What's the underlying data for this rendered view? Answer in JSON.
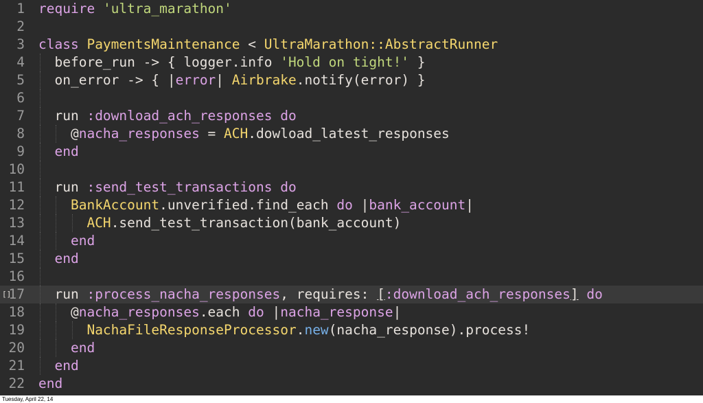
{
  "editor": {
    "lines": [
      {
        "n": "1",
        "tokens": [
          [
            "kw",
            "require"
          ],
          [
            "id",
            " "
          ],
          [
            "str",
            "'ultra_marathon'"
          ]
        ]
      },
      {
        "n": "2",
        "tokens": []
      },
      {
        "n": "3",
        "tokens": [
          [
            "kw",
            "class"
          ],
          [
            "id",
            " "
          ],
          [
            "cls",
            "PaymentsMaintenance"
          ],
          [
            "id",
            " < "
          ],
          [
            "cls",
            "UltraMarathon::AbstractRunner"
          ]
        ]
      },
      {
        "n": "4",
        "tokens": [
          [
            "id",
            "  before_run -> { logger.info "
          ],
          [
            "str",
            "'Hold on tight!'"
          ],
          [
            "id",
            " }"
          ]
        ]
      },
      {
        "n": "5",
        "tokens": [
          [
            "id",
            "  on_error -> { |"
          ],
          [
            "var",
            "error"
          ],
          [
            "id",
            "| "
          ],
          [
            "cls",
            "Airbrake"
          ],
          [
            "id",
            ".notify(error) }"
          ]
        ]
      },
      {
        "n": "6",
        "tokens": []
      },
      {
        "n": "7",
        "tokens": [
          [
            "id",
            "  run "
          ],
          [
            "sym",
            ":download_ach_responses"
          ],
          [
            "id",
            " "
          ],
          [
            "kw",
            "do"
          ]
        ]
      },
      {
        "n": "8",
        "tokens": [
          [
            "id",
            "    @"
          ],
          [
            "ivar",
            "nacha_responses"
          ],
          [
            "id",
            " = "
          ],
          [
            "cls",
            "ACH"
          ],
          [
            "id",
            ".dowload_latest_responses"
          ]
        ]
      },
      {
        "n": "9",
        "tokens": [
          [
            "kw",
            "  end"
          ]
        ]
      },
      {
        "n": "10",
        "tokens": []
      },
      {
        "n": "11",
        "tokens": [
          [
            "id",
            "  run "
          ],
          [
            "sym",
            ":send_test_transactions"
          ],
          [
            "id",
            " "
          ],
          [
            "kw",
            "do"
          ]
        ]
      },
      {
        "n": "12",
        "tokens": [
          [
            "id",
            "    "
          ],
          [
            "cls",
            "BankAccount"
          ],
          [
            "id",
            ".unverified.find_each "
          ],
          [
            "kw",
            "do"
          ],
          [
            "id",
            " |"
          ],
          [
            "var",
            "bank_account"
          ],
          [
            "id",
            "|"
          ]
        ]
      },
      {
        "n": "13",
        "tokens": [
          [
            "id",
            "      "
          ],
          [
            "cls",
            "ACH"
          ],
          [
            "id",
            ".send_test_transaction(bank_account)"
          ]
        ]
      },
      {
        "n": "14",
        "tokens": [
          [
            "kw",
            "    end"
          ]
        ]
      },
      {
        "n": "15",
        "tokens": [
          [
            "kw",
            "  end"
          ]
        ]
      },
      {
        "n": "16",
        "tokens": []
      },
      {
        "n": "17",
        "fold": "[]",
        "tokens": [
          [
            "id",
            "  run "
          ],
          [
            "sym",
            ":process_nacha_responses"
          ],
          [
            "id",
            ", requires: "
          ],
          [
            "pipeu",
            "["
          ],
          [
            "sym",
            ":download_ach_responses"
          ],
          [
            "pipeu",
            "]"
          ],
          [
            "id",
            " "
          ],
          [
            "kw",
            "do"
          ]
        ]
      },
      {
        "n": "18",
        "tokens": [
          [
            "id",
            "    @"
          ],
          [
            "ivar",
            "nacha_responses"
          ],
          [
            "id",
            ".each "
          ],
          [
            "kw",
            "do"
          ],
          [
            "id",
            " |"
          ],
          [
            "var",
            "nacha_response"
          ],
          [
            "id",
            "|"
          ]
        ]
      },
      {
        "n": "19",
        "tokens": [
          [
            "id",
            "      "
          ],
          [
            "cls",
            "NachaFileResponseProcessor"
          ],
          [
            "id",
            "."
          ],
          [
            "new",
            "new"
          ],
          [
            "id",
            "(nacha_response).process!"
          ]
        ]
      },
      {
        "n": "20",
        "tokens": [
          [
            "kw",
            "    end"
          ]
        ]
      },
      {
        "n": "21",
        "tokens": [
          [
            "kw",
            "  end"
          ]
        ]
      },
      {
        "n": "22",
        "tokens": [
          [
            "kw",
            "end"
          ]
        ]
      }
    ]
  },
  "footer": {
    "date": "Tuesday, April 22, 14"
  },
  "colors": {
    "background": "#2b2b2b",
    "keyword": "#dca3e6",
    "class": "#f5d76e",
    "string": "#c0d77c",
    "text": "#e6e1dc",
    "line_number": "#9a9a9a"
  }
}
